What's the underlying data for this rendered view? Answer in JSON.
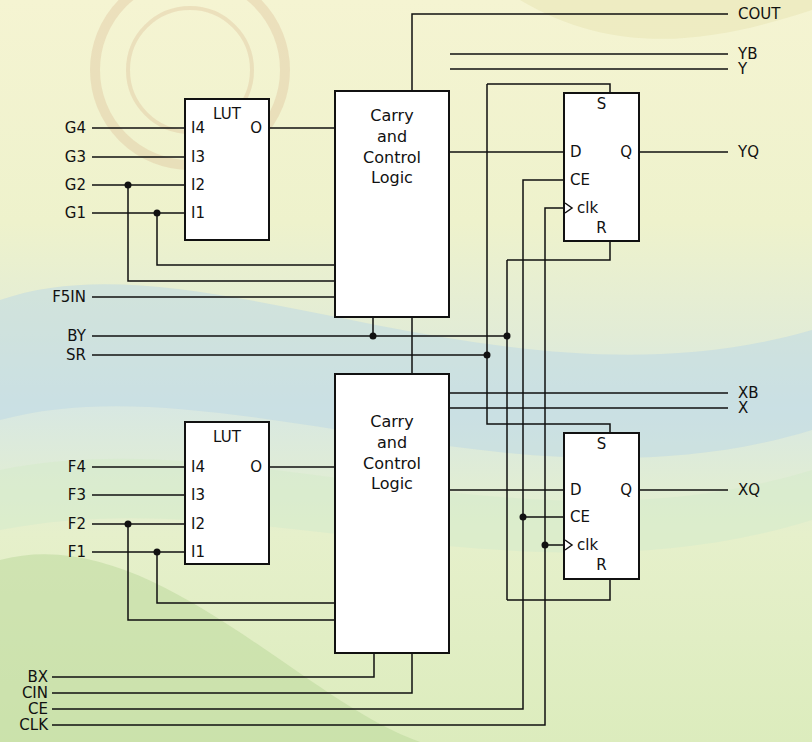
{
  "diagram": {
    "nodes": [
      {
        "text": [
          "LUT",
          "I4",
          "I3",
          "I2",
          "I1",
          "O"
        ]
      },
      {
        "text": [
          "Carry and Control Logic"
        ]
      },
      {
        "text": [
          "S",
          "D",
          "Q",
          "CE",
          "clk",
          "R"
        ]
      },
      {
        "text": [
          "LUT",
          "I4",
          "I3",
          "I2",
          "I1",
          "O"
        ]
      },
      {
        "text": [
          "Carry and Control Logic"
        ]
      },
      {
        "text": [
          "S",
          "D",
          "Q",
          "CE",
          "clk",
          "R"
        ]
      }
    ],
    "edges": [
      {
        "from": 0,
        "to": 1,
        "arrow": "none"
      },
      {
        "from": 1,
        "to": 2,
        "arrow": "none"
      },
      {
        "from": 1,
        "to": 4,
        "arrow": "none"
      },
      {
        "from": 3,
        "to": 4,
        "arrow": "none"
      },
      {
        "from": 4,
        "to": 5,
        "arrow": "none"
      }
    ],
    "labels": [
      "G4",
      "G3",
      "G2",
      "G1",
      "F5IN",
      "BY",
      "SR",
      "F4",
      "F3",
      "F2",
      "F1",
      "BX",
      "CIN",
      "CE",
      "CLK",
      "COUT",
      "YB",
      "Y",
      "YQ",
      "XB",
      "X",
      "XQ"
    ]
  }
}
